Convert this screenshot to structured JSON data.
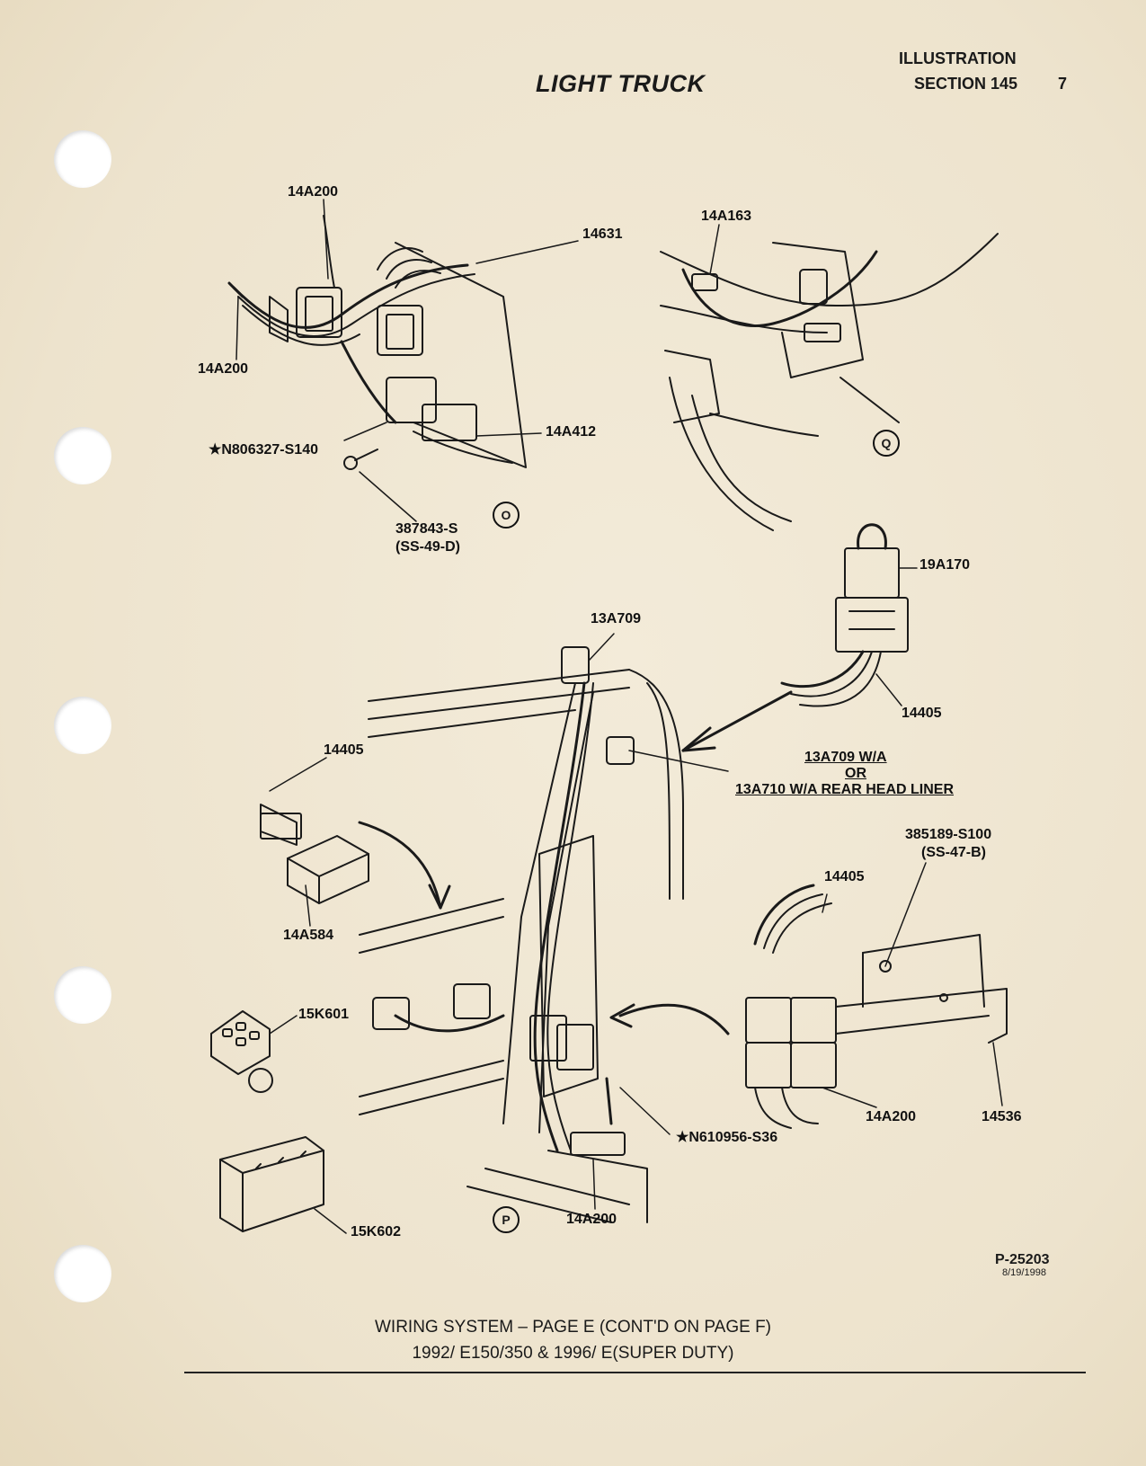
{
  "header": {
    "title": "LIGHT TRUCK",
    "section_label": "ILLUSTRATION",
    "section_number": "SECTION 145",
    "page_number": "7"
  },
  "view_markers": [
    "O",
    "Q",
    "P"
  ],
  "part_labels": {
    "harness_top": "14A200",
    "harness_left": "14A200",
    "connector_14631": "14631",
    "screw_n806327": "★N806327-S140",
    "connector_14a412": "14A412",
    "bolt_387843": "387843-S",
    "bolt_spec": "(SS-49-D)",
    "clip_14a163": "14A163",
    "relay_19a170": "19A170",
    "harness_14405_top": "14405",
    "bracket_13a709": "13A709",
    "note_line1": "13A709 W/A",
    "note_line2": "OR",
    "note_line3": "13A710 W/A REAR HEAD LINER",
    "harness_14405_left": "14405",
    "module_14a584": "14A584",
    "bolt_385189": "385189-S100",
    "bolt_385189_spec": "(SS-47-B)",
    "harness_14405_right": "14405",
    "remote_15k601": "15K601",
    "module_15k602": "15K602",
    "screw_n610956": "★N610956-S36",
    "harness_14a200_bottom": "14A200",
    "harness_14a200_right": "14A200",
    "bracket_14536": "14536"
  },
  "footer": {
    "drawing_number": "P-25203",
    "drawing_date": "8/19/1998",
    "caption_line1": "WIRING SYSTEM – PAGE E (CONT'D ON PAGE F)",
    "caption_line2": "1992/ E150/350 & 1996/ E(SUPER DUTY)"
  },
  "colors": {
    "paper": "#efe6d3",
    "ink": "#1a1a1a"
  }
}
